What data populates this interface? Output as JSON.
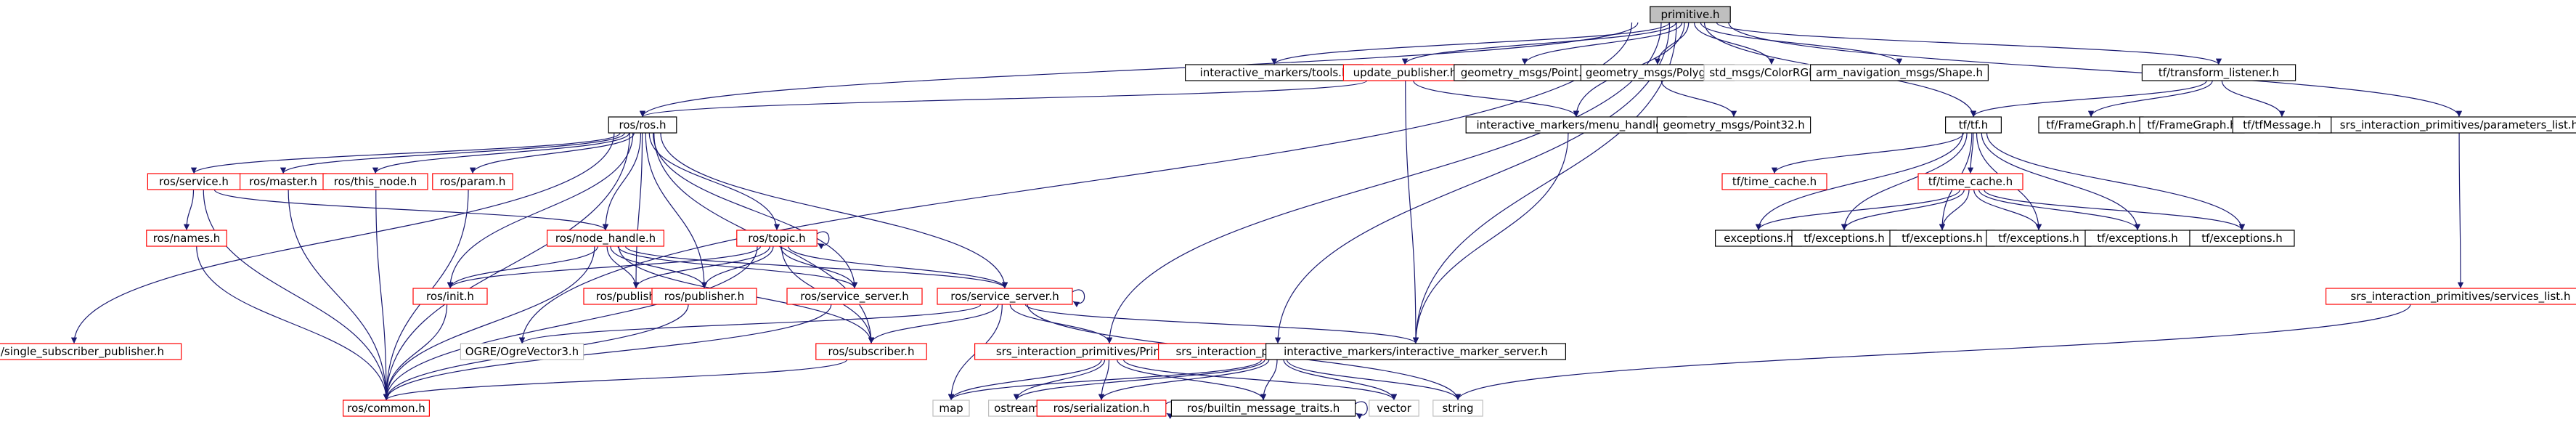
{
  "colors": {
    "edge": "#191970",
    "documented_border": "#000000",
    "undocumented_border": "#ff0000",
    "external_border": "#bfbfbf",
    "root_fill": "#bfbfbf"
  },
  "nodes": [
    {
      "id": "primitive_h",
      "label": "primitive.h",
      "kind": "root"
    },
    {
      "id": "interactive_markers_tools_h",
      "label": "interactive_markers/tools.h",
      "kind": "documented"
    },
    {
      "id": "update_publisher_h",
      "label": "update_publisher.h",
      "kind": "undocumented"
    },
    {
      "id": "geometry_msgs_point_h",
      "label": "geometry_msgs/Point.h",
      "kind": "documented"
    },
    {
      "id": "geometry_msgs_polygon_h",
      "label": "geometry_msgs/Polygon.h",
      "kind": "documented"
    },
    {
      "id": "std_msgs_colorrgba_h",
      "label": "std_msgs/ColorRGBA.h",
      "kind": "external"
    },
    {
      "id": "arm_navigation_msgs_shape_h",
      "label": "arm_navigation_msgs/Shape.h",
      "kind": "documented"
    },
    {
      "id": "tf_transform_listener_h",
      "label": "tf/transform_listener.h",
      "kind": "documented"
    },
    {
      "id": "srs_parameters_list_h",
      "label": "srs_interaction_primitives/parameters_list.h",
      "kind": "documented"
    },
    {
      "id": "ros_ros_h",
      "label": "ros/ros.h",
      "kind": "documented"
    },
    {
      "id": "interactive_markers_menu_handler_h",
      "label": "interactive_markers/menu_handler.h",
      "kind": "documented"
    },
    {
      "id": "geometry_msgs_point32_h",
      "label": "geometry_msgs/Point32.h",
      "kind": "documented"
    },
    {
      "id": "tf_tf_h",
      "label": "tf/tf.h",
      "kind": "documented"
    },
    {
      "id": "tf_framegraph_h_1",
      "label": "tf/FrameGraph.h",
      "kind": "documented"
    },
    {
      "id": "tf_framegraph_h_2",
      "label": "tf/FrameGraph.h",
      "kind": "documented"
    },
    {
      "id": "tf_tfmessage_h",
      "label": "tf/tfMessage.h",
      "kind": "documented"
    },
    {
      "id": "ros_service_h",
      "label": "ros/service.h",
      "kind": "undocumented"
    },
    {
      "id": "ros_master_h",
      "label": "ros/master.h",
      "kind": "undocumented"
    },
    {
      "id": "ros_this_node_h",
      "label": "ros/this_node.h",
      "kind": "undocumented"
    },
    {
      "id": "ros_param_h",
      "label": "ros/param.h",
      "kind": "undocumented"
    },
    {
      "id": "tf_time_cache_h_1",
      "label": "tf/time_cache.h",
      "kind": "undocumented"
    },
    {
      "id": "tf_time_cache_h_2",
      "label": "tf/time_cache.h",
      "kind": "undocumented"
    },
    {
      "id": "ros_names_h",
      "label": "ros/names.h",
      "kind": "undocumented"
    },
    {
      "id": "ros_node_handle_h",
      "label": "ros/node_handle.h",
      "kind": "undocumented"
    },
    {
      "id": "ros_topic_h",
      "label": "ros/topic.h",
      "kind": "undocumented"
    },
    {
      "id": "exceptions_h_1",
      "label": "exceptions.h",
      "kind": "documented"
    },
    {
      "id": "tf_exceptions_h_1",
      "label": "tf/exceptions.h",
      "kind": "documented"
    },
    {
      "id": "tf_exceptions_h_2",
      "label": "tf/exceptions.h",
      "kind": "documented"
    },
    {
      "id": "tf_exceptions_h_3",
      "label": "tf/exceptions.h",
      "kind": "documented"
    },
    {
      "id": "tf_exceptions_h_4",
      "label": "tf/exceptions.h",
      "kind": "documented"
    },
    {
      "id": "tf_exceptions_h_5",
      "label": "tf/exceptions.h",
      "kind": "documented"
    },
    {
      "id": "ros_init_h",
      "label": "ros/init.h",
      "kind": "undocumented"
    },
    {
      "id": "ros_publisher_h_1",
      "label": "ros/publisher.h",
      "kind": "undocumented"
    },
    {
      "id": "ros_publisher_h_2",
      "label": "ros/publisher.h",
      "kind": "undocumented"
    },
    {
      "id": "ros_service_server_h_1",
      "label": "ros/service_server.h",
      "kind": "undocumented"
    },
    {
      "id": "ros_service_server_h_2",
      "label": "ros/service_server.h",
      "kind": "undocumented"
    },
    {
      "id": "srs_services_list_h",
      "label": "srs_interaction_primitives/services_list.h",
      "kind": "undocumented"
    },
    {
      "id": "ros_single_subscriber_publisher_h",
      "label": "ros/single_subscriber_publisher.h",
      "kind": "undocumented"
    },
    {
      "id": "ogre_ogrevector3_h",
      "label": "OGRE/OgreVector3.h",
      "kind": "external"
    },
    {
      "id": "ros_subscriber_h",
      "label": "ros/subscriber.h",
      "kind": "undocumented"
    },
    {
      "id": "srs_primitivetype_h",
      "label": "srs_interaction_primitives/PrimitiveType.h",
      "kind": "undocumented"
    },
    {
      "id": "srs_posetype_h",
      "label": "srs_interaction_primitives/PoseType.h",
      "kind": "undocumented"
    },
    {
      "id": "interactive_marker_server_h",
      "label": "interactive_markers/interactive_marker_server.h",
      "kind": "documented"
    },
    {
      "id": "map",
      "label": "map",
      "kind": "external"
    },
    {
      "id": "ostream",
      "label": "ostream",
      "kind": "external"
    },
    {
      "id": "ros_serialization_h",
      "label": "ros/serialization.h",
      "kind": "undocumented"
    },
    {
      "id": "ros_builtin_message_traits_h",
      "label": "ros/builtin_message_traits.h",
      "kind": "documented"
    },
    {
      "id": "vector",
      "label": "vector",
      "kind": "external"
    },
    {
      "id": "string",
      "label": "string",
      "kind": "external"
    },
    {
      "id": "ros_common_h",
      "label": "ros/common.h",
      "kind": "undocumented"
    }
  ],
  "edges": [
    [
      "primitive_h",
      "interactive_markers_tools_h"
    ],
    [
      "primitive_h",
      "update_publisher_h"
    ],
    [
      "primitive_h",
      "geometry_msgs_point_h"
    ],
    [
      "primitive_h",
      "geometry_msgs_polygon_h"
    ],
    [
      "primitive_h",
      "std_msgs_colorrgba_h"
    ],
    [
      "primitive_h",
      "arm_navigation_msgs_shape_h"
    ],
    [
      "primitive_h",
      "tf_transform_listener_h"
    ],
    [
      "primitive_h",
      "srs_parameters_list_h"
    ],
    [
      "primitive_h",
      "ros_ros_h"
    ],
    [
      "primitive_h",
      "interactive_markers_menu_handler_h"
    ],
    [
      "primitive_h",
      "tf_tf_h"
    ],
    [
      "primitive_h",
      "ogre_ogrevector3_h"
    ],
    [
      "primitive_h",
      "srs_primitivetype_h"
    ],
    [
      "primitive_h",
      "srs_posetype_h"
    ],
    [
      "primitive_h",
      "interactive_marker_server_h"
    ],
    [
      "update_publisher_h",
      "ros_ros_h"
    ],
    [
      "update_publisher_h",
      "interactive_markers_menu_handler_h"
    ],
    [
      "update_publisher_h",
      "interactive_marker_server_h"
    ],
    [
      "geometry_msgs_polygon_h",
      "geometry_msgs_point32_h"
    ],
    [
      "tf_transform_listener_h",
      "tf_tf_h"
    ],
    [
      "tf_transform_listener_h",
      "tf_framegraph_h_1"
    ],
    [
      "tf_transform_listener_h",
      "tf_tfmessage_h"
    ],
    [
      "srs_parameters_list_h",
      "srs_services_list_h"
    ],
    [
      "srs_services_list_h",
      "string"
    ],
    [
      "interactive_markers_menu_handler_h",
      "interactive_marker_server_h"
    ],
    [
      "tf_tf_h",
      "tf_time_cache_h_1"
    ],
    [
      "tf_tf_h",
      "tf_time_cache_h_2"
    ],
    [
      "tf_tf_h",
      "exceptions_h_1"
    ],
    [
      "tf_tf_h",
      "tf_exceptions_h_1"
    ],
    [
      "tf_tf_h",
      "tf_exceptions_h_2"
    ],
    [
      "tf_tf_h",
      "tf_exceptions_h_3"
    ],
    [
      "tf_tf_h",
      "tf_exceptions_h_4"
    ],
    [
      "tf_tf_h",
      "tf_exceptions_h_5"
    ],
    [
      "tf_time_cache_h_2",
      "exceptions_h_1"
    ],
    [
      "tf_time_cache_h_2",
      "tf_exceptions_h_1"
    ],
    [
      "tf_time_cache_h_2",
      "tf_exceptions_h_2"
    ],
    [
      "tf_time_cache_h_2",
      "tf_exceptions_h_3"
    ],
    [
      "tf_time_cache_h_2",
      "tf_exceptions_h_4"
    ],
    [
      "tf_time_cache_h_2",
      "tf_exceptions_h_5"
    ],
    [
      "ros_ros_h",
      "ros_service_h"
    ],
    [
      "ros_ros_h",
      "ros_master_h"
    ],
    [
      "ros_ros_h",
      "ros_this_node_h"
    ],
    [
      "ros_ros_h",
      "ros_param_h"
    ],
    [
      "ros_ros_h",
      "ros_node_handle_h"
    ],
    [
      "ros_ros_h",
      "ros_topic_h"
    ],
    [
      "ros_ros_h",
      "ros_init_h"
    ],
    [
      "ros_ros_h",
      "ros_publisher_h_1"
    ],
    [
      "ros_ros_h",
      "ros_publisher_h_2"
    ],
    [
      "ros_ros_h",
      "ros_service_server_h_1"
    ],
    [
      "ros_ros_h",
      "ros_service_server_h_2"
    ],
    [
      "ros_ros_h",
      "ros_subscriber_h"
    ],
    [
      "ros_ros_h",
      "ros_single_subscriber_publisher_h"
    ],
    [
      "ros_ros_h",
      "ros_common_h"
    ],
    [
      "ros_service_h",
      "ros_names_h"
    ],
    [
      "ros_service_h",
      "ros_node_handle_h"
    ],
    [
      "ros_service_h",
      "ros_common_h"
    ],
    [
      "ros_master_h",
      "ros_common_h"
    ],
    [
      "ros_this_node_h",
      "ros_common_h"
    ],
    [
      "ros_param_h",
      "ros_common_h"
    ],
    [
      "ros_names_h",
      "ros_common_h"
    ],
    [
      "ros_node_handle_h",
      "ros_init_h"
    ],
    [
      "ros_node_handle_h",
      "ros_publisher_h_1"
    ],
    [
      "ros_node_handle_h",
      "ros_publisher_h_2"
    ],
    [
      "ros_node_handle_h",
      "ros_service_server_h_1"
    ],
    [
      "ros_node_handle_h",
      "ros_service_server_h_2"
    ],
    [
      "ros_node_handle_h",
      "ros_subscriber_h"
    ],
    [
      "ros_node_handle_h",
      "ros_common_h"
    ],
    [
      "ros_topic_h",
      "ros_topic_h"
    ],
    [
      "ros_topic_h",
      "ros_init_h"
    ],
    [
      "ros_topic_h",
      "ros_publisher_h_1"
    ],
    [
      "ros_topic_h",
      "ros_publisher_h_2"
    ],
    [
      "ros_topic_h",
      "ros_service_server_h_1"
    ],
    [
      "ros_topic_h",
      "ros_service_server_h_2"
    ],
    [
      "ros_topic_h",
      "ros_subscriber_h"
    ],
    [
      "ros_topic_h",
      "ros_common_h"
    ],
    [
      "ros_init_h",
      "ros_common_h"
    ],
    [
      "ros_publisher_h_2",
      "ros_common_h"
    ],
    [
      "ros_service_server_h_1",
      "ros_common_h"
    ],
    [
      "ros_service_server_h_2",
      "ros_service_server_h_2"
    ],
    [
      "ros_service_server_h_2",
      "ros_subscriber_h"
    ],
    [
      "ros_service_server_h_2",
      "ogre_ogrevector3_h"
    ],
    [
      "ros_service_server_h_2",
      "map"
    ],
    [
      "ros_service_server_h_2",
      "srs_primitivetype_h"
    ],
    [
      "ros_service_server_h_2",
      "interactive_marker_server_h"
    ],
    [
      "ros_service_server_h_2",
      "string"
    ],
    [
      "ros_subscriber_h",
      "ros_common_h"
    ],
    [
      "srs_primitivetype_h",
      "map"
    ],
    [
      "srs_primitivetype_h",
      "ostream"
    ],
    [
      "srs_primitivetype_h",
      "ros_serialization_h"
    ],
    [
      "srs_primitivetype_h",
      "ros_builtin_message_traits_h"
    ],
    [
      "srs_primitivetype_h",
      "vector"
    ],
    [
      "srs_posetype_h",
      "map"
    ],
    [
      "srs_posetype_h",
      "ostream"
    ],
    [
      "srs_posetype_h",
      "ros_serialization_h"
    ],
    [
      "srs_posetype_h",
      "ros_builtin_message_traits_h"
    ],
    [
      "srs_posetype_h",
      "vector"
    ],
    [
      "srs_posetype_h",
      "string"
    ],
    [
      "ros_serialization_h",
      "ros_serialization_h"
    ],
    [
      "ros_builtin_message_traits_h",
      "ros_builtin_message_traits_h"
    ]
  ]
}
